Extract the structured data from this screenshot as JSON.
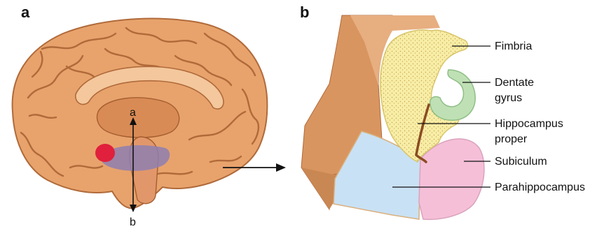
{
  "panels": {
    "a": {
      "label": "a",
      "section_top": "a",
      "section_bottom": "b"
    },
    "b": {
      "label": "b"
    }
  },
  "structures": [
    {
      "key": "fimbria",
      "lines": [
        "Fimbria"
      ],
      "color": "#f7eda6"
    },
    {
      "key": "dentate-gyrus",
      "lines": [
        "Dentate",
        "gyrus"
      ],
      "color": "#bfe0b4"
    },
    {
      "key": "hippocampus-proper",
      "lines": [
        "Hippocampus",
        "proper"
      ],
      "color": "#f7eda6"
    },
    {
      "key": "subiculum",
      "lines": [
        "Subiculum"
      ],
      "color": "#f6bfd8"
    },
    {
      "key": "parahippocampus",
      "lines": [
        "Parahippocampus"
      ],
      "color": "#c9e1f4"
    }
  ],
  "colors": {
    "brain": "#e8a36c",
    "brain_dark": "#b06a3a",
    "hippocampus_highlight": "#8e7fb0",
    "amygdala_highlight": "#e0203c"
  }
}
